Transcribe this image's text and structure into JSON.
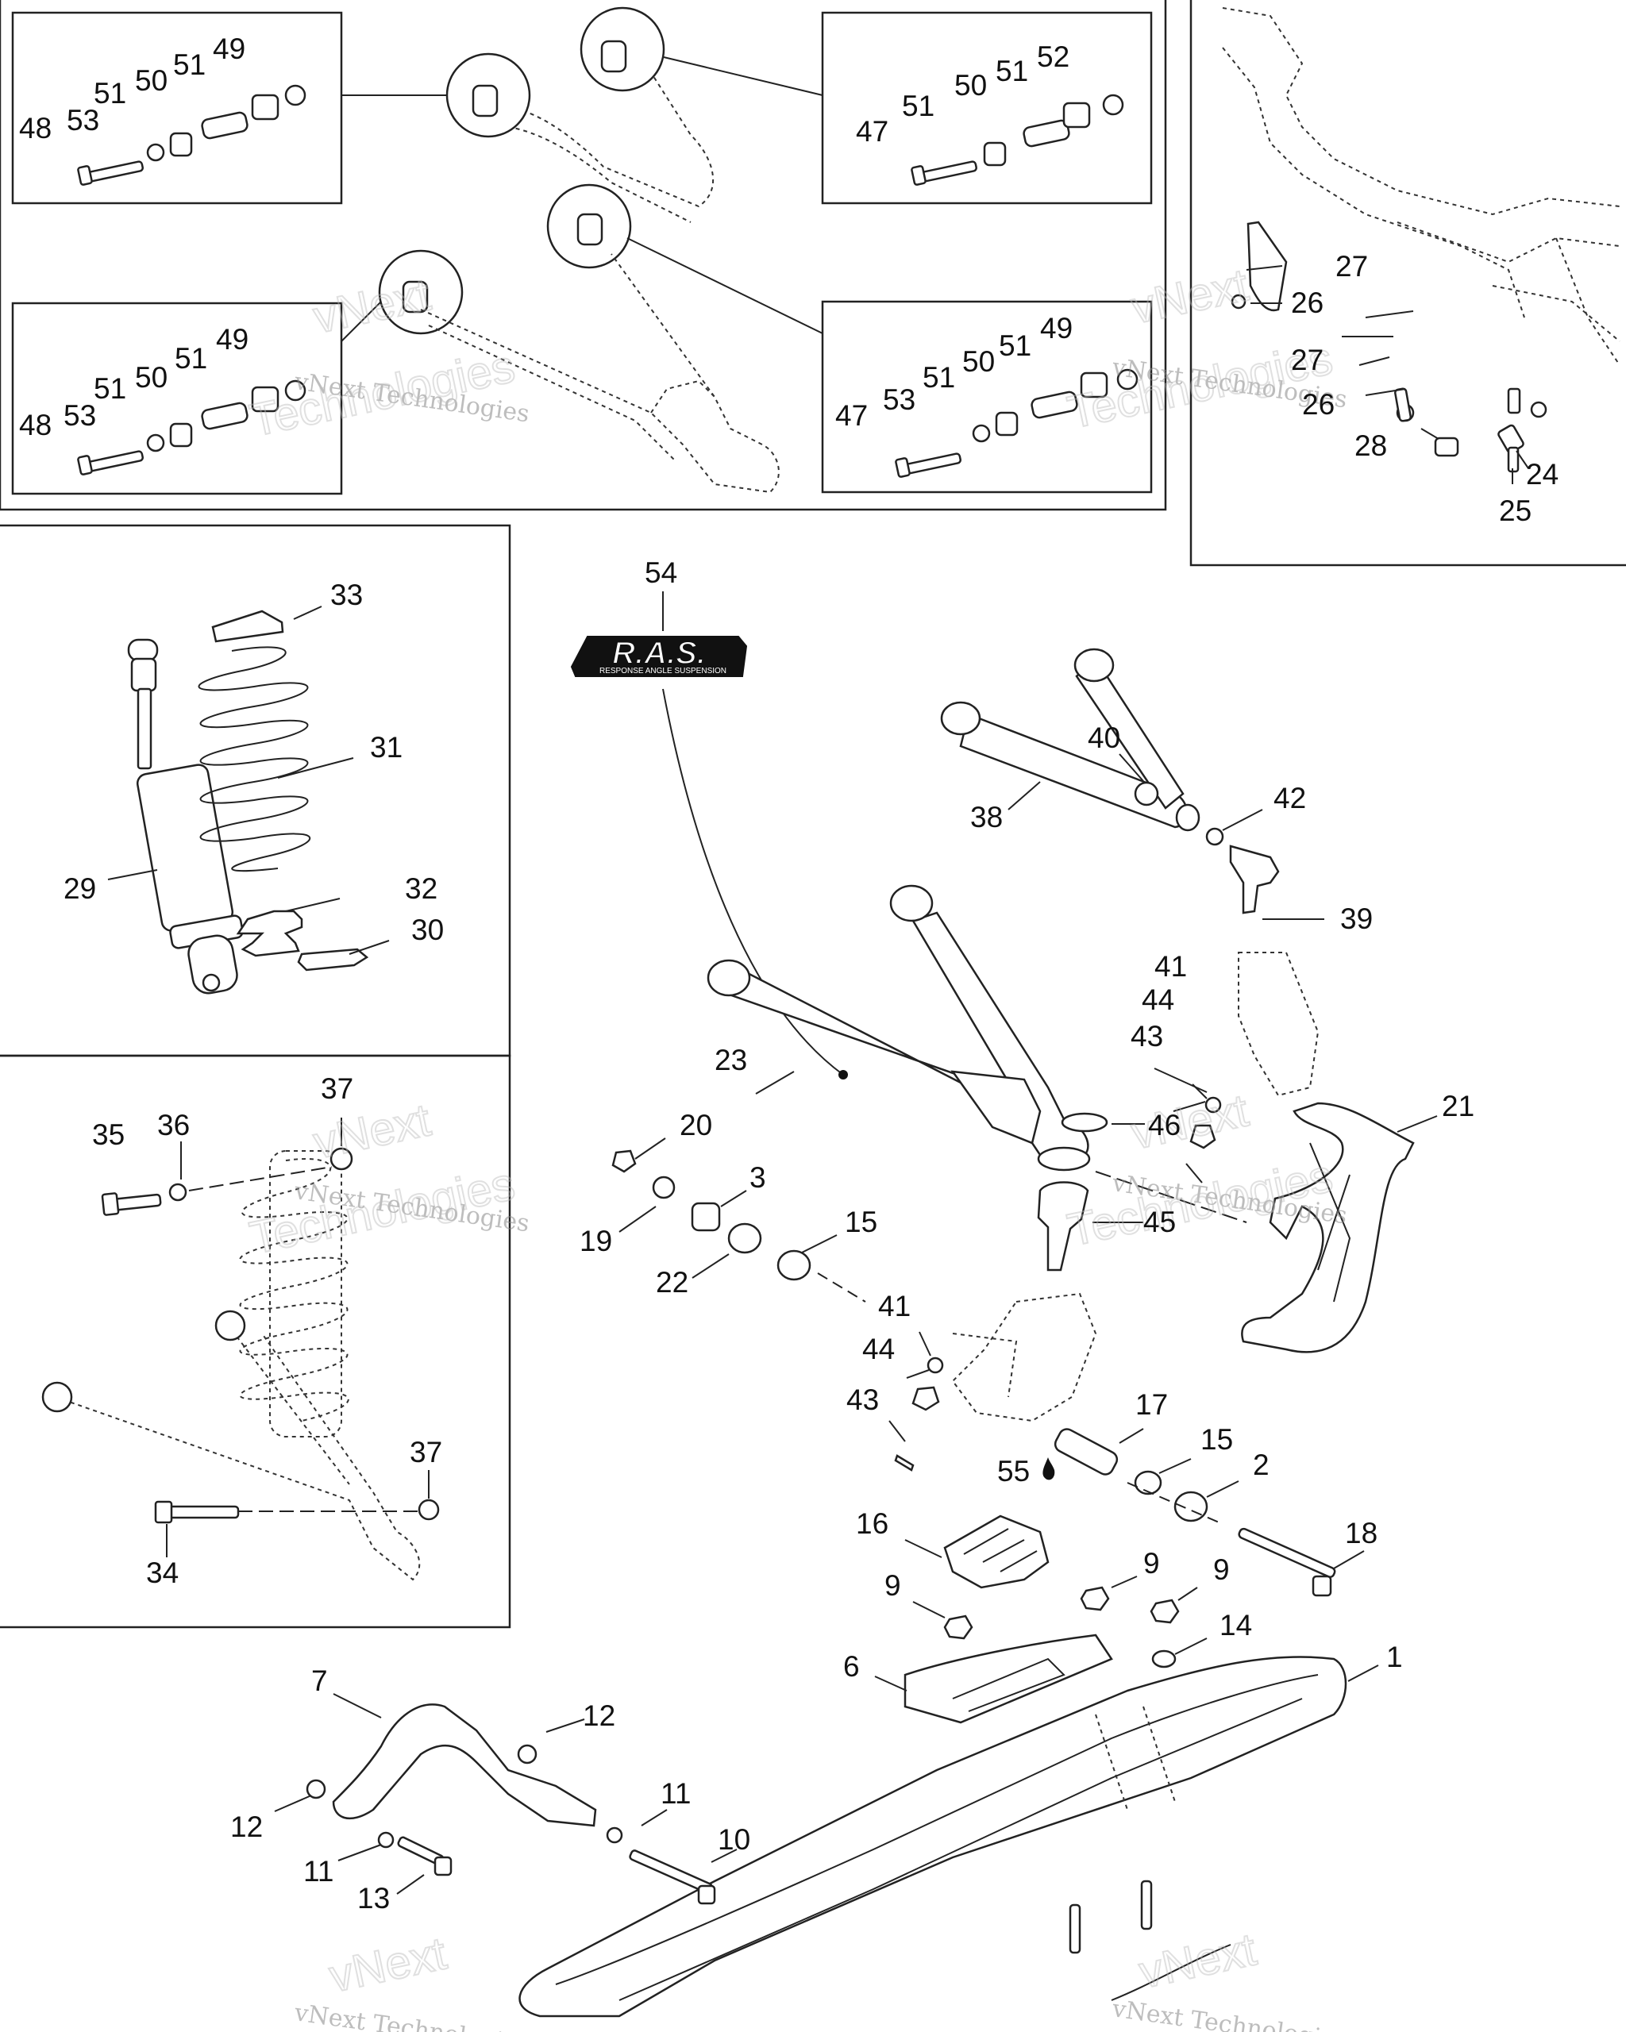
{
  "watermark": {
    "company": "vNext Technologies",
    "line1": "vNext",
    "line2": "Technologies"
  },
  "logo": {
    "text": "R.A.S.",
    "subtitle": "RESPONSE ANGLE SUSPENSION"
  },
  "callouts": [
    {
      "id": "c48a",
      "text": "48"
    },
    {
      "id": "c53a",
      "text": "53"
    },
    {
      "id": "c51a",
      "text": "51"
    },
    {
      "id": "c50a",
      "text": "50"
    },
    {
      "id": "c51b",
      "text": "51"
    },
    {
      "id": "c49a",
      "text": "49"
    },
    {
      "id": "c47a",
      "text": "47"
    },
    {
      "id": "c51c",
      "text": "51"
    },
    {
      "id": "c50b",
      "text": "50"
    },
    {
      "id": "c51d",
      "text": "51"
    },
    {
      "id": "c52",
      "text": "52"
    },
    {
      "id": "c48b",
      "text": "48"
    },
    {
      "id": "c53b",
      "text": "53"
    },
    {
      "id": "c51e",
      "text": "51"
    },
    {
      "id": "c50c",
      "text": "50"
    },
    {
      "id": "c51f",
      "text": "51"
    },
    {
      "id": "c49b",
      "text": "49"
    },
    {
      "id": "c47b",
      "text": "47"
    },
    {
      "id": "c53c",
      "text": "53"
    },
    {
      "id": "c51g",
      "text": "51"
    },
    {
      "id": "c50d",
      "text": "50"
    },
    {
      "id": "c51h",
      "text": "51"
    },
    {
      "id": "c49c",
      "text": "49"
    },
    {
      "id": "c27a",
      "text": "27"
    },
    {
      "id": "c26a",
      "text": "26"
    },
    {
      "id": "c27b",
      "text": "27"
    },
    {
      "id": "c26b",
      "text": "26"
    },
    {
      "id": "c28",
      "text": "28"
    },
    {
      "id": "c24",
      "text": "24"
    },
    {
      "id": "c25",
      "text": "25"
    },
    {
      "id": "c33",
      "text": "33"
    },
    {
      "id": "c31",
      "text": "31"
    },
    {
      "id": "c29",
      "text": "29"
    },
    {
      "id": "c32",
      "text": "32"
    },
    {
      "id": "c30",
      "text": "30"
    },
    {
      "id": "c54",
      "text": "54"
    },
    {
      "id": "c40",
      "text": "40"
    },
    {
      "id": "c38",
      "text": "38"
    },
    {
      "id": "c42",
      "text": "42"
    },
    {
      "id": "c39",
      "text": "39"
    },
    {
      "id": "c41a",
      "text": "41"
    },
    {
      "id": "c44a",
      "text": "44"
    },
    {
      "id": "c43a",
      "text": "43"
    },
    {
      "id": "c23",
      "text": "23"
    },
    {
      "id": "c46",
      "text": "46"
    },
    {
      "id": "c21",
      "text": "21"
    },
    {
      "id": "c20",
      "text": "20"
    },
    {
      "id": "c3",
      "text": "3"
    },
    {
      "id": "c19",
      "text": "19"
    },
    {
      "id": "c15a",
      "text": "15"
    },
    {
      "id": "c22",
      "text": "22"
    },
    {
      "id": "c45",
      "text": "45"
    },
    {
      "id": "c41b",
      "text": "41"
    },
    {
      "id": "c44b",
      "text": "44"
    },
    {
      "id": "c43b",
      "text": "43"
    },
    {
      "id": "c17",
      "text": "17"
    },
    {
      "id": "c15b",
      "text": "15"
    },
    {
      "id": "c55",
      "text": "55"
    },
    {
      "id": "c2",
      "text": "2"
    },
    {
      "id": "c16",
      "text": "16"
    },
    {
      "id": "c18",
      "text": "18"
    },
    {
      "id": "c35",
      "text": "35"
    },
    {
      "id": "c36",
      "text": "36"
    },
    {
      "id": "c37a",
      "text": "37"
    },
    {
      "id": "c37b",
      "text": "37"
    },
    {
      "id": "c34",
      "text": "34"
    },
    {
      "id": "c9a",
      "text": "9"
    },
    {
      "id": "c9b",
      "text": "9"
    },
    {
      "id": "c9c",
      "text": "9"
    },
    {
      "id": "c14",
      "text": "14"
    },
    {
      "id": "c6",
      "text": "6"
    },
    {
      "id": "c1",
      "text": "1"
    },
    {
      "id": "c7",
      "text": "7"
    },
    {
      "id": "c12a",
      "text": "12"
    },
    {
      "id": "c12b",
      "text": "12"
    },
    {
      "id": "c11a",
      "text": "11"
    },
    {
      "id": "c11b",
      "text": "11"
    },
    {
      "id": "c10",
      "text": "10"
    },
    {
      "id": "c13",
      "text": "13"
    }
  ]
}
